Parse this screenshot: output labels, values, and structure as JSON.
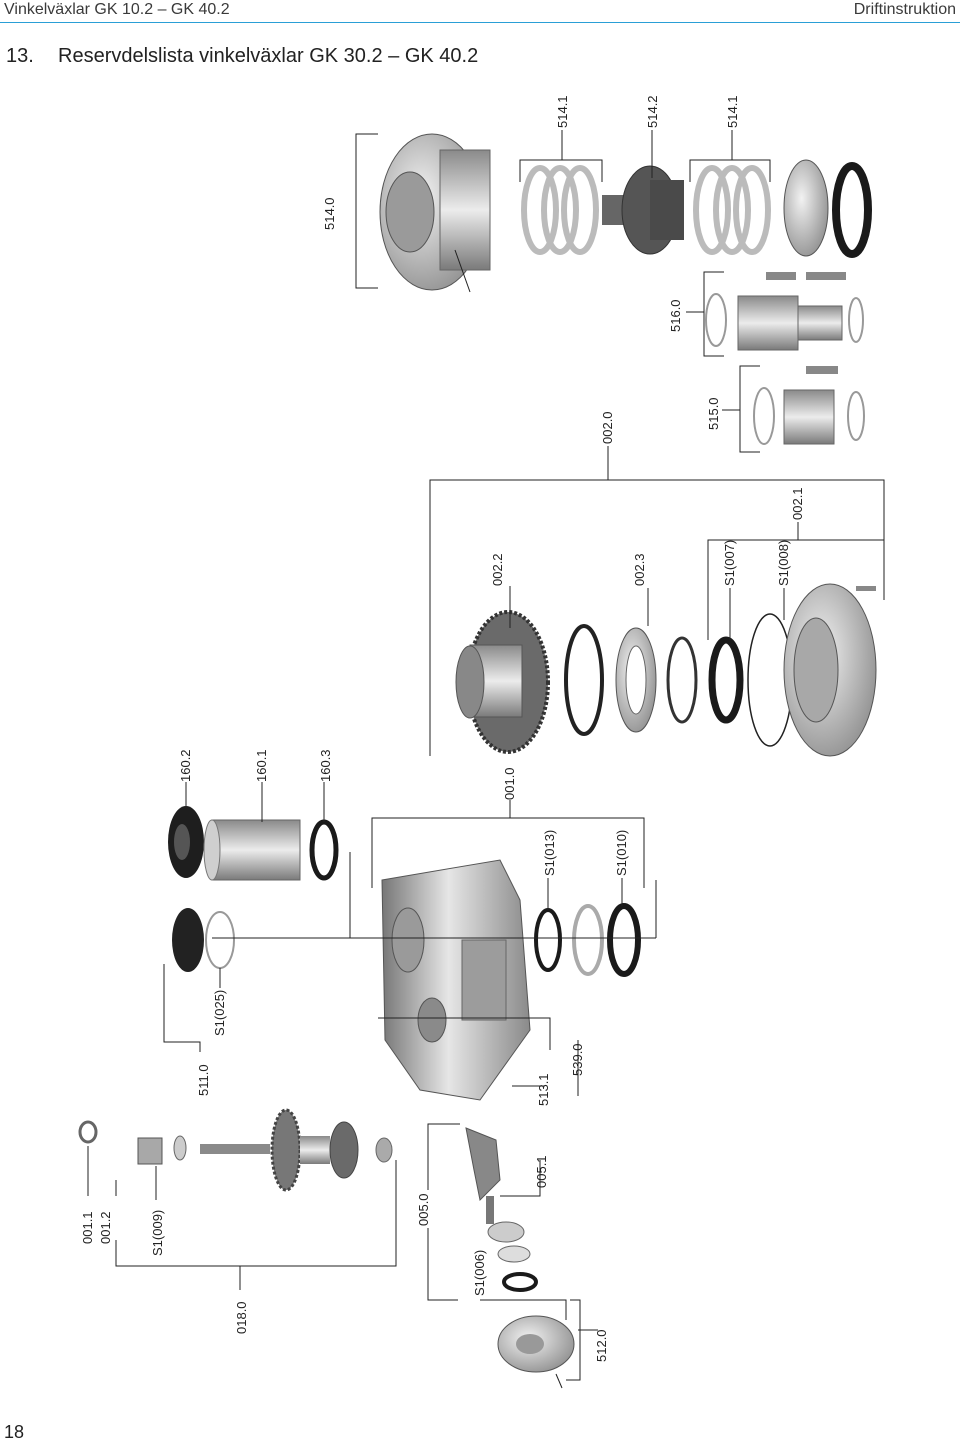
{
  "header": {
    "left": "Vinkelväxlar GK 10.2 – GK 40.2",
    "right": "Driftinstruktion"
  },
  "section": {
    "number": "13.",
    "title": "Reservdelslista vinkelväxlar GK 30.2 – GK 40.2"
  },
  "page_number": "18",
  "part_labels": {
    "p514_0": "514.0",
    "p514_1a": "514.1",
    "p514_2": "514.2",
    "p514_1b": "514.1",
    "p516_0": "516.0",
    "p515_0": "515.0",
    "p002_0": "002.0",
    "p002_2": "002.2",
    "p002_3": "002.3",
    "pS1_007": "S1(007)",
    "pS1_008": "S1(008)",
    "p002_1": "002.1",
    "p160_2": "160.2",
    "p160_1": "160.1",
    "p160_3": "160.3",
    "p001_0": "001.0",
    "pS1_013": "S1(013)",
    "pS1_010": "S1(010)",
    "p511_0": "511.0",
    "pS1_025": "S1(025)",
    "p513_1": "513.1",
    "p539_0": "539.0",
    "p001_1": "001.1",
    "p001_2": "001.2",
    "pS1_009": "S1(009)",
    "p018_0": "018.0",
    "p005_0": "005.0",
    "p005_1": "005.1",
    "pS1_006": "S1(006)",
    "p512_0": "512.0"
  },
  "colors": {
    "accent": "#2a9fd6",
    "metal": "#a9a9a9",
    "dark": "#1a1a1a"
  }
}
